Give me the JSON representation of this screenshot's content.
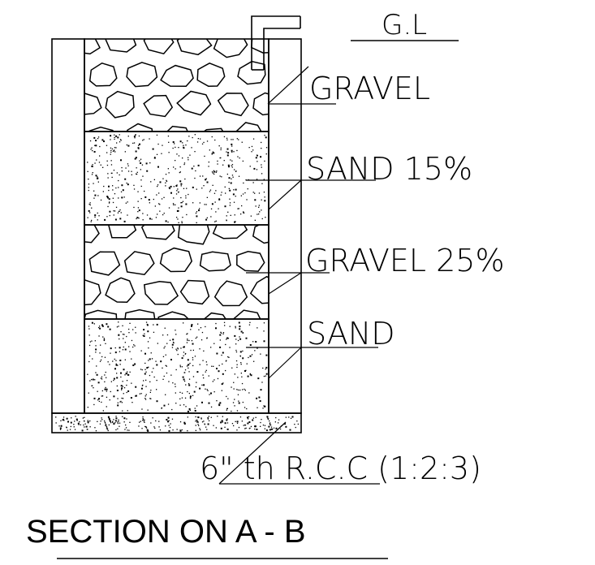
{
  "labels": {
    "ground_level": "G.L",
    "gravel_top": "GRAVEL",
    "sand_15": "SAND 15%",
    "gravel_25": "GRAVEL 25%",
    "sand_bottom": "SAND",
    "rcc": "6\" th R.C.C (1:2:3)",
    "title": "SECTION ON A - B"
  }
}
